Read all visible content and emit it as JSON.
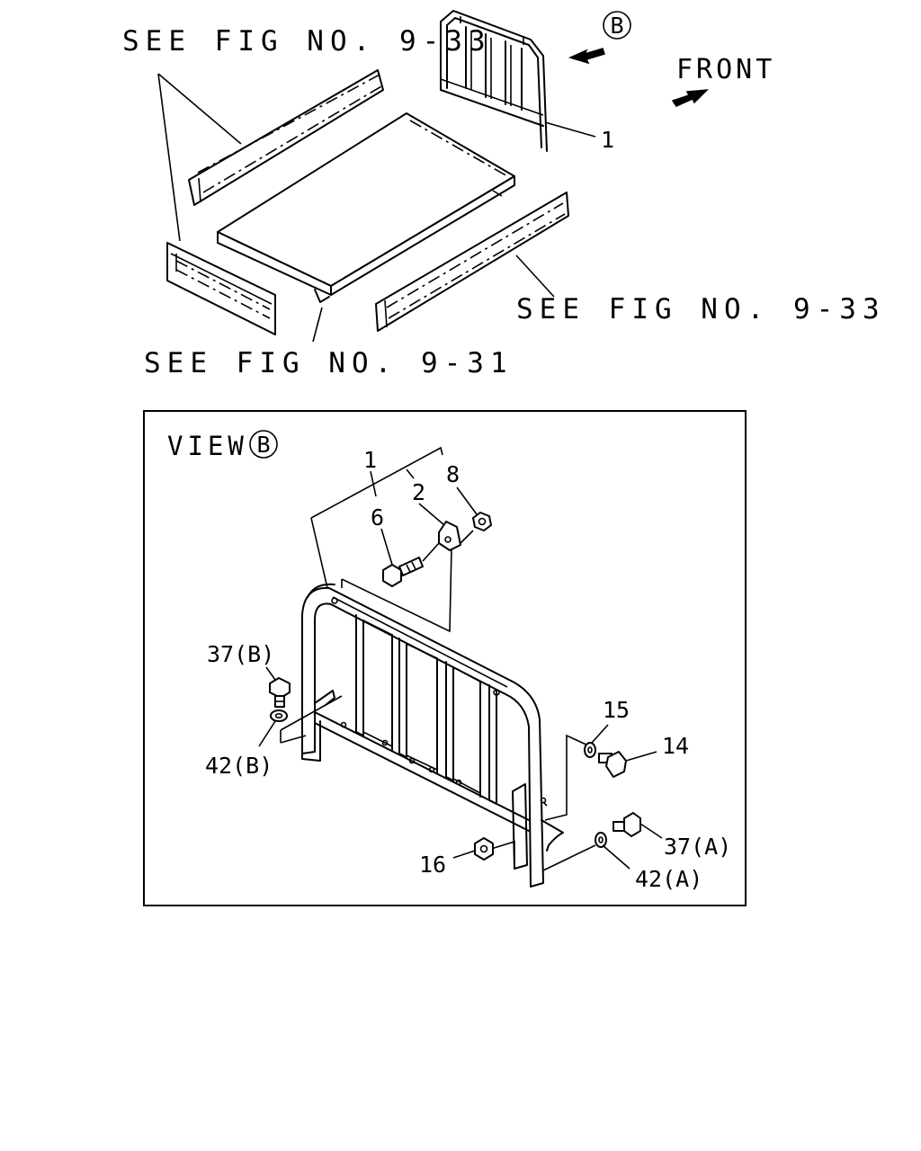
{
  "top": {
    "see_fig_933_a": "SEE FIG NO. 9-33",
    "see_fig_933_b": "SEE FIG NO. 9-33",
    "see_fig_931": "SEE FIG NO. 9-31",
    "front": "FRONT",
    "view_marker": "B",
    "part_1": "1"
  },
  "view": {
    "title": "VIEW",
    "marker": "B",
    "parts": {
      "p1": "1",
      "p2": "2",
      "p6": "6",
      "p8": "8",
      "p37b": "37(B)",
      "p42b": "42(B)",
      "p15": "15",
      "p14": "14",
      "p16": "16",
      "p37a": "37(A)",
      "p42a": "42(A)"
    }
  }
}
